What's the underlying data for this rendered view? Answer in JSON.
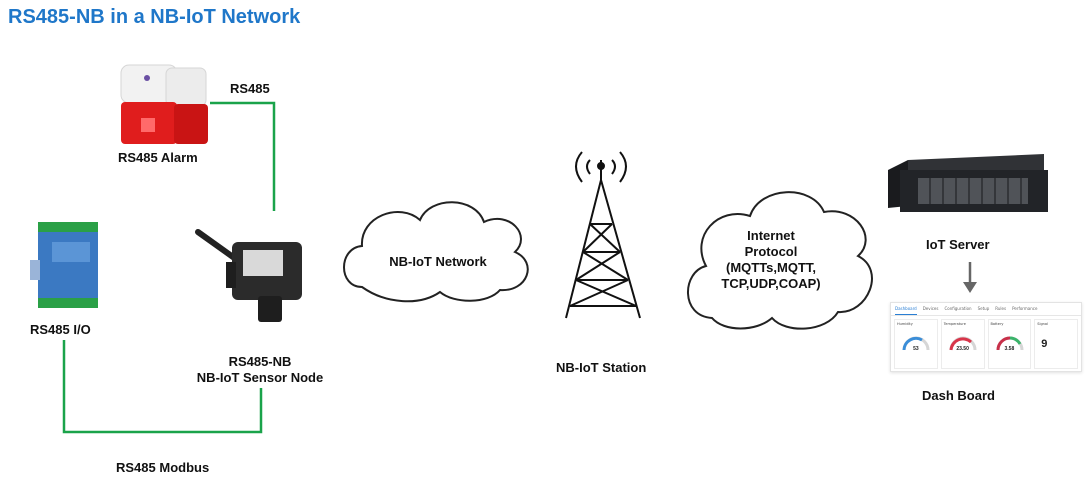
{
  "title": "RS485-NB in a NB-IoT Network",
  "labels": {
    "rs485_link": "RS485",
    "alarm": "RS485 Alarm",
    "io": "RS485 I/O",
    "node_line1": "RS485-NB",
    "node_line2": "NB-IoT Sensor Node",
    "modbus": "RS485 Modbus",
    "station": "NB-IoT Station",
    "server": "IoT Server",
    "dashboard": "Dash Board"
  },
  "clouds": {
    "nbiot": "NB-IoT Network",
    "internet_line1": "Internet",
    "internet_line2": "Protocol",
    "internet_line3": "(MQTTs,MQTT,",
    "internet_line4": "TCP,UDP,COAP)"
  },
  "dashboard": {
    "tabs": [
      "Dashboard",
      "Devices",
      "Configuration",
      "Setup",
      "Rules",
      "Performance"
    ],
    "cards": [
      {
        "caption": "Humidity",
        "value": "53"
      },
      {
        "caption": "Temperature",
        "value": "23.50"
      },
      {
        "caption": "Battery",
        "value": "3.58"
      },
      {
        "caption": "Signal",
        "value": "9"
      }
    ]
  },
  "colors": {
    "title": "#1f77c9",
    "link_line": "#1aa34a",
    "arrow": "#666666"
  }
}
